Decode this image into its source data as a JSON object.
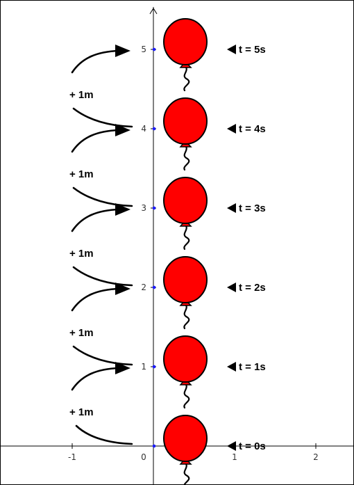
{
  "colors": {
    "balloon": "#ff0000",
    "point": "#1a1aff",
    "axis": "#000000"
  },
  "x_axis": {
    "ticks": [
      {
        "value": -1,
        "label": "-1"
      },
      {
        "value": 0,
        "label": "0"
      },
      {
        "value": 1,
        "label": "1"
      },
      {
        "value": 2,
        "label": "2"
      }
    ]
  },
  "y_axis": {
    "ticks": [
      {
        "value": 1,
        "label": "1"
      },
      {
        "value": 2,
        "label": "2"
      },
      {
        "value": 3,
        "label": "3"
      },
      {
        "value": 4,
        "label": "4"
      },
      {
        "value": 5,
        "label": "5"
      }
    ]
  },
  "balloons": [
    {
      "height": 0,
      "time_label": "t = 0s"
    },
    {
      "height": 1,
      "time_label": "t = 1s"
    },
    {
      "height": 2,
      "time_label": "t = 2s"
    },
    {
      "height": 3,
      "time_label": "t = 3s"
    },
    {
      "height": 4,
      "time_label": "t = 4s"
    },
    {
      "height": 5,
      "time_label": "t = 5s"
    }
  ],
  "steps": [
    {
      "from": 0,
      "to": 1,
      "label": "+ 1m"
    },
    {
      "from": 1,
      "to": 2,
      "label": "+ 1m"
    },
    {
      "from": 2,
      "to": 3,
      "label": "+ 1m"
    },
    {
      "from": 3,
      "to": 4,
      "label": "+ 1m"
    },
    {
      "from": 4,
      "to": 5,
      "label": "+ 1m"
    }
  ]
}
